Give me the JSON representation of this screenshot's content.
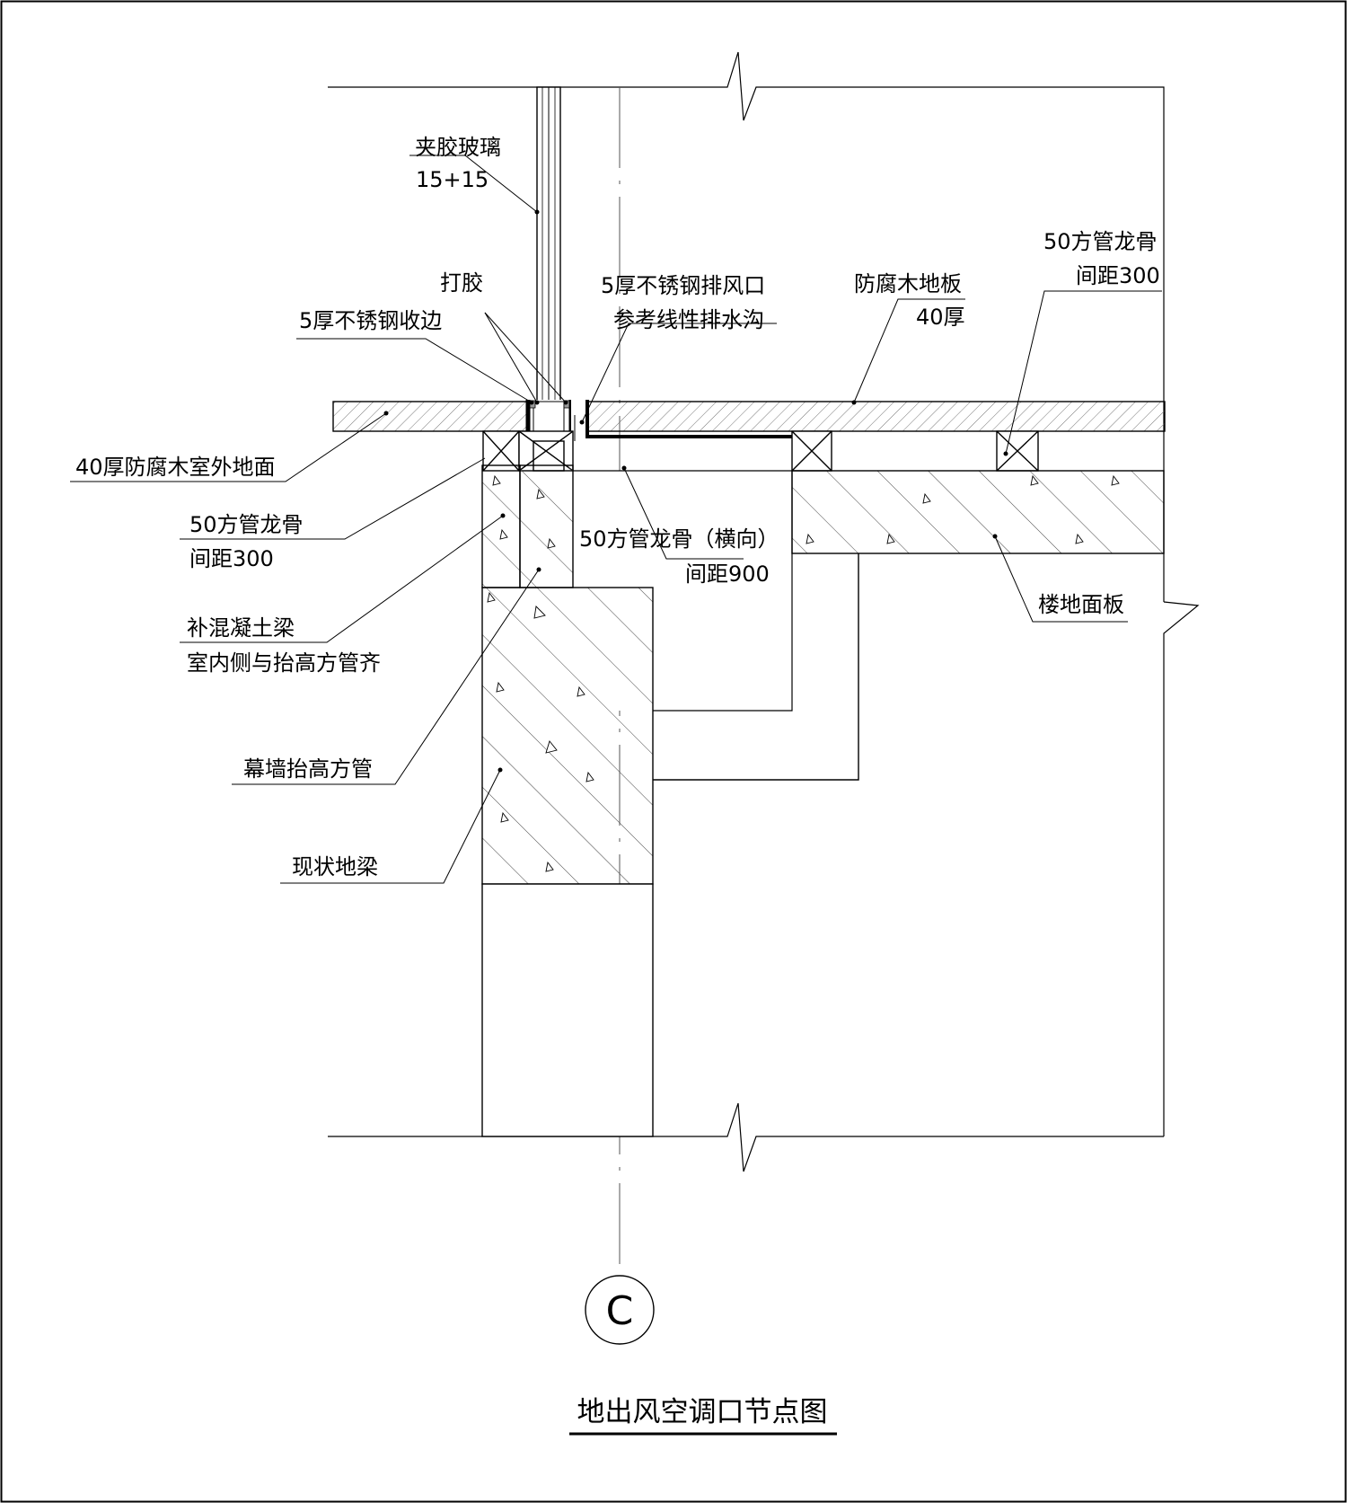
{
  "title": "地出风空调口节点图",
  "axis_bubble": "C",
  "labels": {
    "glass": "夹胶玻璃",
    "glass_thickness": "15+15",
    "sealant": "打胶",
    "ss_trim": "5厚不锈钢收边",
    "ss_vent_line1": "5厚不锈钢排风口",
    "ss_vent_line2": "参考线性排水沟",
    "wood_floor_line1": "防腐木地板",
    "wood_floor_line2": "40厚",
    "keel_right_line1": "50方管龙骨",
    "keel_right_line2": "间距300",
    "outdoor_floor": "40厚防腐木室外地面",
    "keel_left_line1": "50方管龙骨",
    "keel_left_line2": "间距300",
    "keel_horizontal_line1": "50方管龙骨（横向）",
    "keel_horizontal_line2": "间距900",
    "concrete_beam_line1": "补混凝土梁",
    "concrete_beam_line2": "室内侧与抬高方管齐",
    "floor_slab": "楼地面板",
    "curtain_tube": "幕墙抬高方管",
    "ground_beam": "现状地梁"
  },
  "colors": {
    "line": "#000000",
    "paper": "#ffffff",
    "axis": "#555555"
  }
}
